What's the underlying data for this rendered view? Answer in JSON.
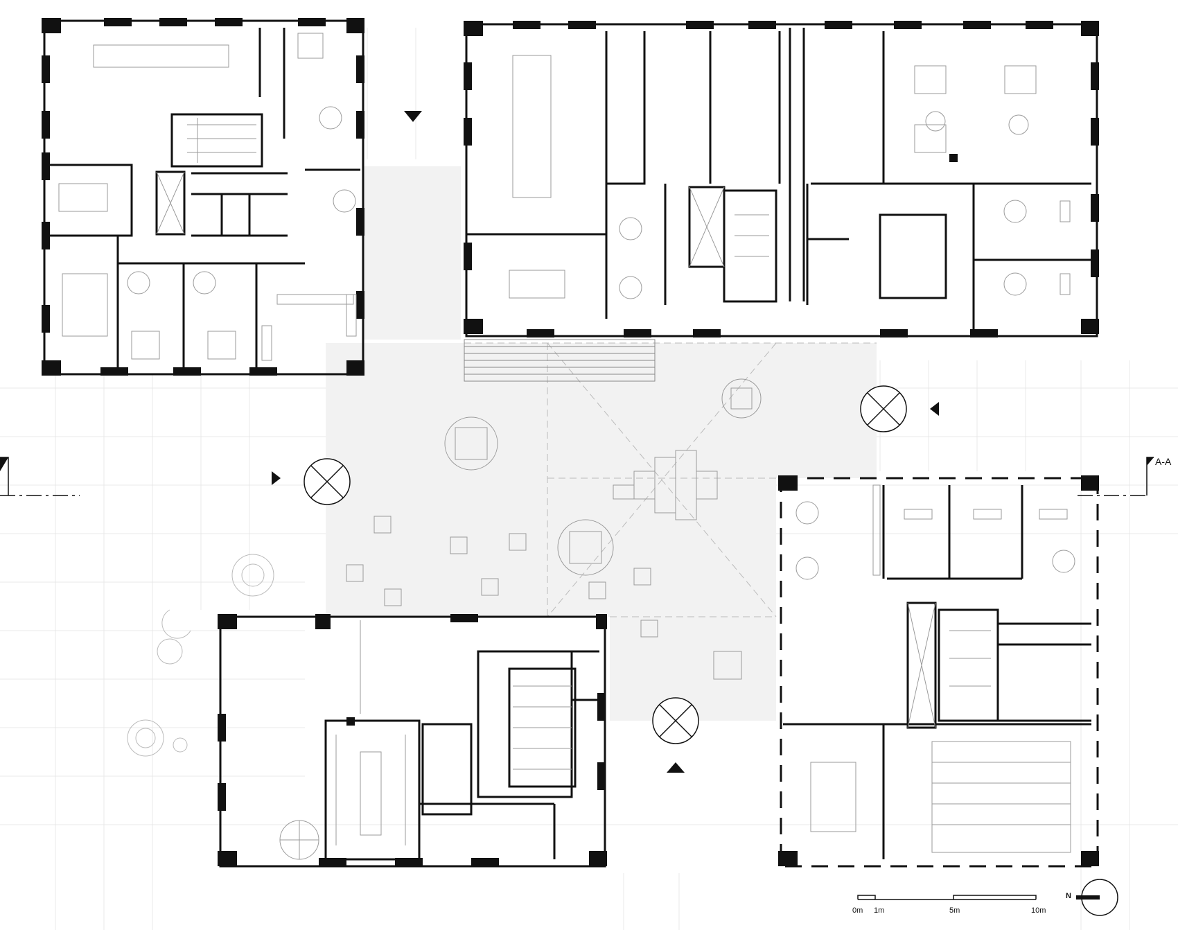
{
  "plan": {
    "section_label": "A-A",
    "north_label": "N",
    "scale_labels": [
      "0m",
      "1m",
      "5m",
      "10m"
    ]
  },
  "colors": {
    "wall": "#111111",
    "courtyard_fill": "#f2f2f2",
    "grid": "#e6e6e6",
    "furniture": "#9a9a9a"
  }
}
